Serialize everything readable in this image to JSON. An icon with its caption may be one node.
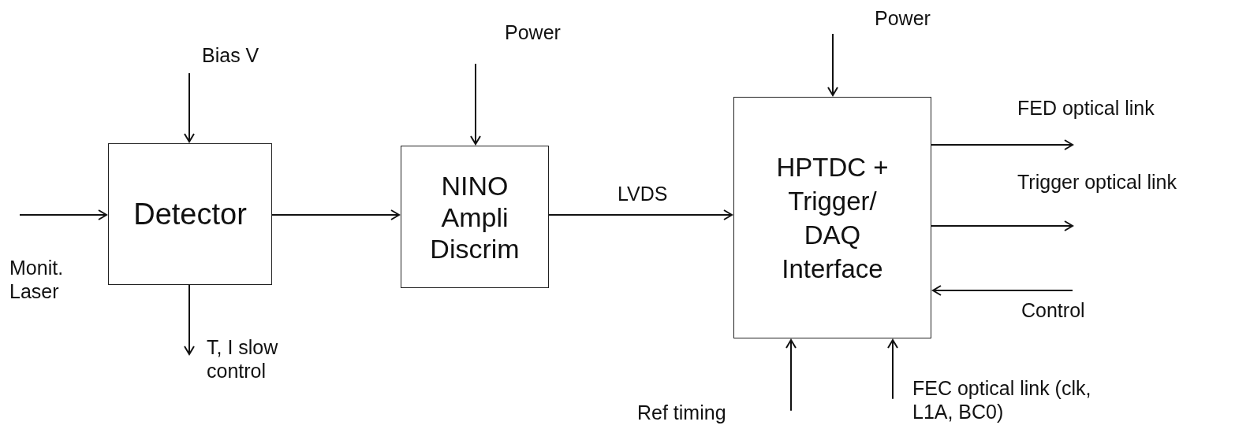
{
  "diagram": {
    "nodes": [
      {
        "text": [
          "Detector"
        ]
      },
      {
        "text": [
          "NINO Ampli Discrim"
        ]
      },
      {
        "text": [
          "HPTDC + Trigger/ DAQ Interface"
        ]
      },
      {
        "text": [
          "Bias V"
        ]
      },
      {
        "text": [
          "Power"
        ]
      },
      {
        "text": [
          "Power"
        ]
      },
      {
        "text": [
          "Monit. Laser"
        ]
      },
      {
        "text": [
          "T, I slow control"
        ]
      },
      {
        "text": [
          "FED optical link"
        ]
      },
      {
        "text": [
          "Trigger optical link"
        ]
      },
      {
        "text": [
          "Control"
        ]
      },
      {
        "text": [
          "Ref timing"
        ]
      },
      {
        "text": [
          "FEC optical link (clk, L1A, BC0)"
        ]
      }
    ],
    "edges": [
      {
        "from": 3,
        "to": 0,
        "arrow": "to"
      },
      {
        "from": 4,
        "to": 1,
        "arrow": "to"
      },
      {
        "from": 5,
        "to": 2,
        "arrow": "to"
      },
      {
        "from": 6,
        "to": 0,
        "arrow": "to"
      },
      {
        "from": 0,
        "to": 7,
        "arrow": "to"
      },
      {
        "from": 0,
        "to": 1,
        "arrow": "to"
      },
      {
        "from": 1,
        "to": 2,
        "arrow": "to",
        "label": "LVDS"
      },
      {
        "from": 2,
        "to": 8,
        "arrow": "to"
      },
      {
        "from": 2,
        "to": 9,
        "arrow": "to"
      },
      {
        "from": 10,
        "to": 2,
        "arrow": "to"
      },
      {
        "from": 11,
        "to": 2,
        "arrow": "to"
      },
      {
        "from": 12,
        "to": 2,
        "arrow": "to"
      }
    ]
  }
}
